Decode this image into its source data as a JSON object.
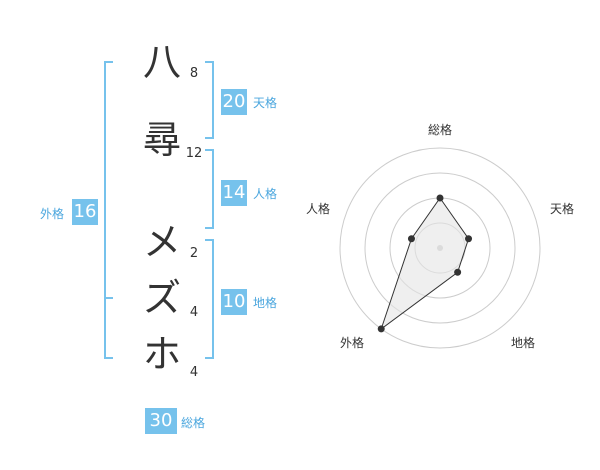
{
  "name": {
    "characters": [
      {
        "char": "八",
        "strokes": "8"
      },
      {
        "char": "尋",
        "strokes": "12"
      },
      {
        "char": "メ",
        "strokes": "2"
      },
      {
        "char": "ズ",
        "strokes": "4"
      },
      {
        "char": "ホ",
        "strokes": "4"
      }
    ]
  },
  "fortune": {
    "ten": {
      "label": "天格",
      "value": "20"
    },
    "jin": {
      "label": "人格",
      "value": "14"
    },
    "chi": {
      "label": "地格",
      "value": "10"
    },
    "gai": {
      "label": "外格",
      "value": "16"
    },
    "sou": {
      "label": "総格",
      "value": "30"
    }
  },
  "chart_data": {
    "type": "radar",
    "axes": [
      "総格",
      "天格",
      "地格",
      "外格",
      "人格"
    ],
    "values": [
      2.5,
      1.5,
      1.5,
      5,
      1.5
    ],
    "range": [
      0,
      5
    ],
    "rings": 4,
    "colors": {
      "line": "#333333",
      "fill": "#e5e5e5",
      "ring": "#cccccc",
      "point": "#333333"
    }
  },
  "colors": {
    "bracket": "#76c2ec",
    "badge": "#76c2ec",
    "badge_label": "#4aa6de"
  }
}
